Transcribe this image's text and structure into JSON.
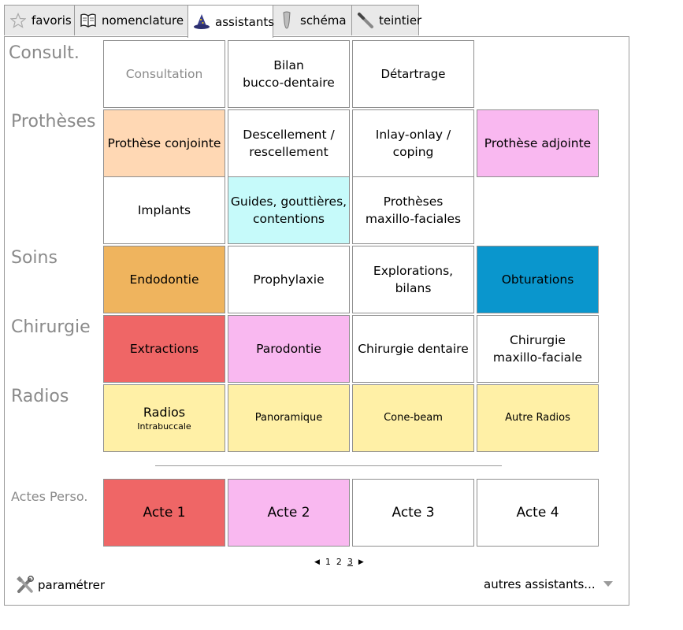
{
  "tabs": [
    {
      "label": "favoris",
      "icon": "star-icon"
    },
    {
      "label": "nomenclature",
      "icon": "book-icon"
    },
    {
      "label": "assistants",
      "icon": "wizard-hat-icon"
    },
    {
      "label": "schéma",
      "icon": "tooth-icon"
    },
    {
      "label": "teintier",
      "icon": "shade-guide-icon"
    }
  ],
  "active_tab": "assistants",
  "sections": {
    "consult": "Consult.",
    "protheses": "Prothèses",
    "soins": "Soins",
    "chirurgie": "Chirurgie",
    "radios": "Radios",
    "actes_perso": "Actes Perso."
  },
  "tiles": {
    "consultation": "Consultation",
    "bilan_1": "Bilan",
    "bilan_2": "bucco-dentaire",
    "detartrage": "Détartrage",
    "prothese_conjointe": "Prothèse conjointe",
    "descellement_1": "Descellement /",
    "descellement_2": "rescellement",
    "inlay_1": "Inlay-onlay /",
    "inlay_2": "coping",
    "prothese_adjointe": "Prothèse adjointe",
    "implants": "Implants",
    "guides_1": "Guides, gouttières,",
    "guides_2": "contentions",
    "maxillo_1": "Prothèses",
    "maxillo_2": "maxillo-faciales",
    "endodontie": "Endodontie",
    "prophylaxie": "Prophylaxie",
    "explorations_1": "Explorations,",
    "explorations_2": "bilans",
    "obturations": "Obturations",
    "extractions": "Extractions",
    "parodontie": "Parodontie",
    "chirurgie_dentaire": "Chirurgie dentaire",
    "chir_maxillo_1": "Chirurgie",
    "chir_maxillo_2": "maxillo-faciale",
    "radios_main": "Radios",
    "radios_sub": "Intrabuccale",
    "panoramique": "Panoramique",
    "cone_beam": "Cone-beam",
    "autre_radios": "Autre Radios",
    "acte1": "Acte 1",
    "acte2": "Acte 2",
    "acte3": "Acte 3",
    "acte4": "Acte 4"
  },
  "colors": {
    "peach": "#ffd8b4",
    "pink": "#f9b8f0",
    "cyan": "#c6fafa",
    "orange": "#efb45e",
    "blue": "#0a96cd",
    "red": "#ef6666",
    "yellow": "#fff0a6",
    "white": "#ffffff"
  },
  "pager": {
    "prev": "◀",
    "p1": "1",
    "p2": "2",
    "p3": "3",
    "next": "▶"
  },
  "footer": {
    "parametrer": "paramétrer",
    "autres": "autres assistants..."
  }
}
